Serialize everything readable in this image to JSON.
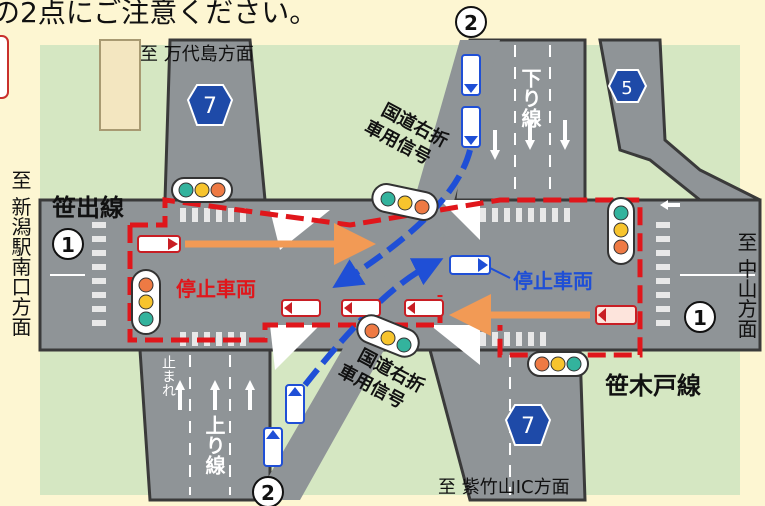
{
  "header": {
    "text": "の2点にご注意ください。"
  },
  "directions": {
    "north": "至 万代島方面",
    "south": "至 紫竹山IC方面",
    "west": "至 新潟駅南口方面",
    "east": "至 中山方面"
  },
  "roads": {
    "sasade": "笹出線",
    "sasakido": "笹木戸線",
    "route_north": "7",
    "route_south": "7",
    "route_ne": "5",
    "down_line": "下り線",
    "up_line": "上り線",
    "stop_mark": "止まれ"
  },
  "labels": {
    "stop_vehicle_red": "停止車両",
    "stop_vehicle_blue": "停止車両",
    "right_turn_signal_top": [
      "国道右折",
      "車用信号"
    ],
    "right_turn_signal_bottom": [
      "国道右折",
      "車用信号"
    ]
  },
  "markers": {
    "one": "1",
    "two": "2"
  },
  "colors": {
    "background": "#fdf6d2",
    "road": "#8f9497",
    "road_edge": "#3a3a3a",
    "grass": "#d5e7c2",
    "stop_zone": "#e0161b",
    "blue_car": "#1f4fd6",
    "red_car": "#c81e24",
    "orange_arrow": "#f29a55"
  }
}
